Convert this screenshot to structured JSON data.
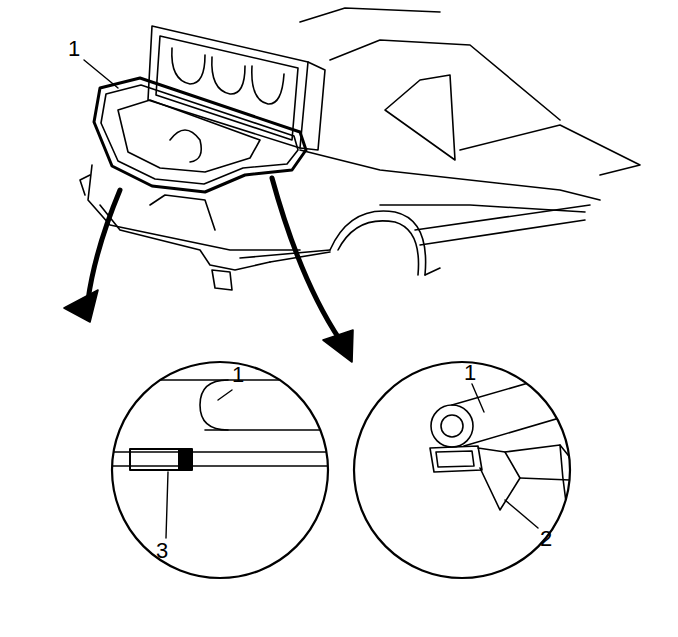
{
  "diagram": {
    "labels": [
      "1",
      "1",
      "3",
      "1",
      "2"
    ]
  }
}
